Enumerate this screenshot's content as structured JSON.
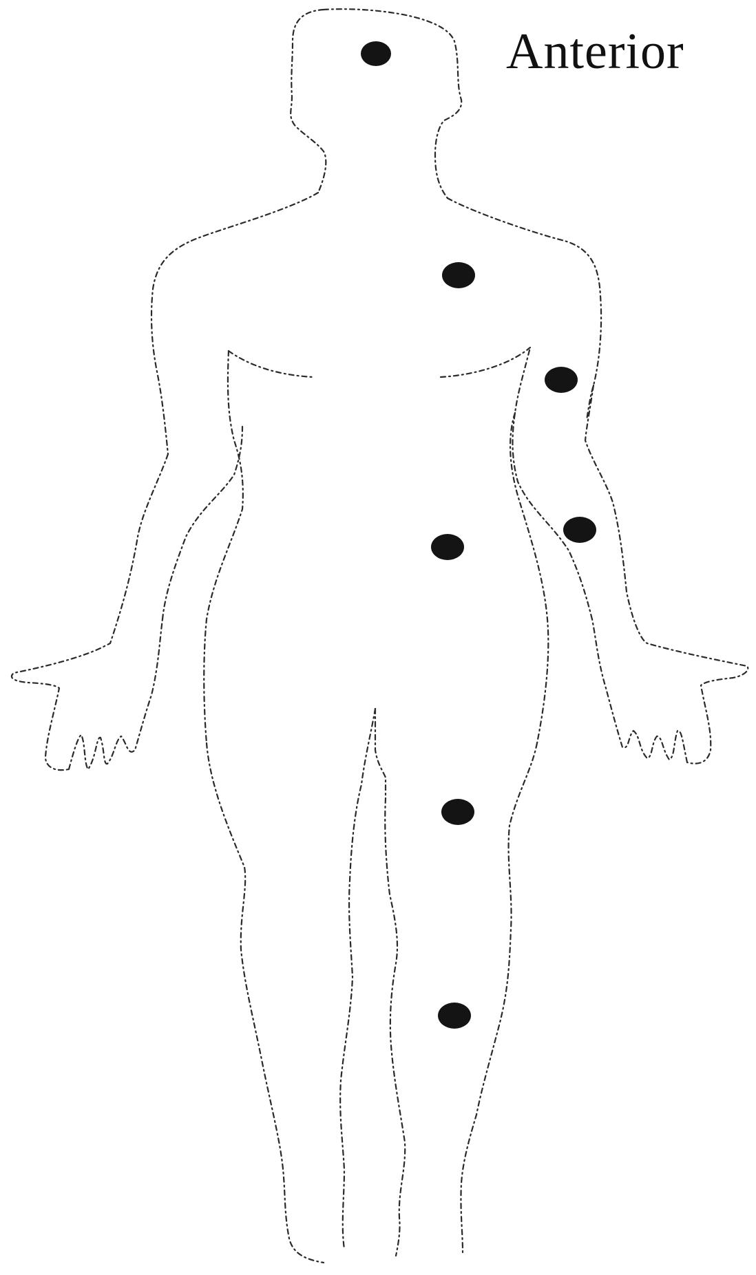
{
  "diagram": {
    "view_label": "Anterior",
    "marker_color": "#141414",
    "outline_color": "#2a2a2a",
    "outline_style": "dashed",
    "markers": [
      {
        "name": "marker-head"
      },
      {
        "name": "marker-chest"
      },
      {
        "name": "marker-upper-arm"
      },
      {
        "name": "marker-forearm"
      },
      {
        "name": "marker-abdomen"
      },
      {
        "name": "marker-thigh"
      },
      {
        "name": "marker-lower-leg"
      }
    ]
  }
}
